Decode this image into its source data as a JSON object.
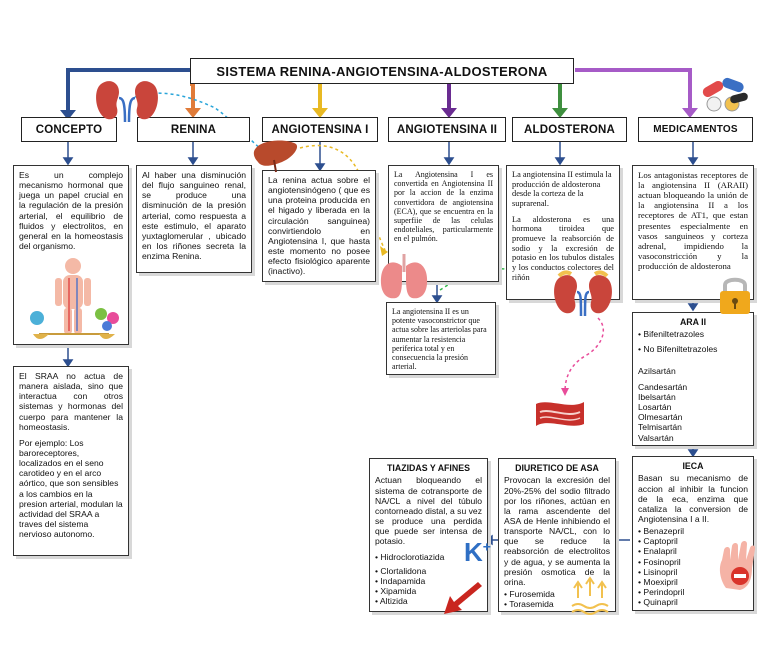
{
  "title": "SISTEMA RENINA-ANGIOTENSINA-ALDOSTERONA",
  "headers": {
    "concepto": "CONCEPTO",
    "renina": "RENINA",
    "angiotensina1": "ANGIOTENSINA I",
    "angiotensina2": "ANGIOTENSINA II",
    "aldosterona": "ALDOSTERONA",
    "medicamentos": "MEDICAMENTOS"
  },
  "concepto": {
    "text": "Es un complejo mecanismo hormonal que juega un papel crucial en la regulación de la presión arterial, el equilibrio de fluidos y electrolitos, en general en la homeostasis del organismo.",
    "sraa": "El SRAA no actua de manera aislada, sino que interactua con otros sistemas y hormonas del cuerpo para mantener la homeostasis.",
    "example": "Por ejemplo: Los baroreceptores, localizados en el seno carotideo y en el arco aórtico, que son sensibles a los cambios en la presion arterial, modulan la actividad del SRAA a traves del sistema nervioso autonomo."
  },
  "renina": {
    "text": "Al haber una disminución del flujo sanguineo renal, se produce una disminución de la presión arterial, como respuesta a este estimulo, el aparato yuxtaglomerular , ubicado en los riñones secreta la enzima Renina."
  },
  "angiotensina1": {
    "text": "La renina actua sobre el angiotensinógeno ( que es una proteina producida en el higado y liberada en la circulación sanguinea) convirtiendolo en Angiotensina I, que hasta este momento no posee efecto fisiológico aparente (inactivo)."
  },
  "angiotensina2": {
    "text": "La Angiotensina I es convertida en Angiotensina II por la accion de la enzima convertidora de angiotensina (ECA), que se encuentra en la superfiie de las celulas endoteliales, particularmente en el pulmón.",
    "effect": "La angiotensina II es un potente vasoconstrictor que actua sobre las arteriolas para aumentar la resistencia periferica total y en consecuencia la presión arterial."
  },
  "aldosterona": {
    "text1": "La angiotensina II estimula la producción de aldosterona desde la corteza de la suprarenal.",
    "text2": "La aldosterona es una hormona tiroidea que promueve la reabsorción de sodio y la excresión de potasio en los tubulos distales y los conductos colectores del riñón"
  },
  "medicamentos": {
    "text": "Los antagonistas receptores de la angiotensina II (ARAII) actuan bloqueando la unión de la angiotensina II a los receptores de AT1, que estan presentes especialmente en vasos sanguineos y corteza adrenal, impidiendo la vasoconstricción y la producción de aldosterona"
  },
  "ara2": {
    "title": "ARA II",
    "classes": [
      "Bifeniltetrazoles",
      "No Bifeniltetrazoles"
    ],
    "drugs": [
      "Azilsartán",
      "Candesartán",
      "Ibelsartán",
      "Losartán",
      "Olmesartán",
      "Telmisartán",
      "Valsartán"
    ]
  },
  "ieca": {
    "title": "IECA",
    "text": "Basan su mecanismo de accion al inhibir la funcion de la eca, enzima que cataliza la conversion de Angiotensina I a II.",
    "drugs": [
      "Benazepril",
      "Captopril",
      "Enalapril",
      "Fosinopril",
      "Lisinopril",
      "Moexipril",
      "Perindopril",
      "Quinapril"
    ]
  },
  "asa": {
    "title": "DIURETICO DE ASA",
    "text": "Provocan la excresión del 20%-25% del sodio filtrado por los riñones, actúan en la rama ascendente del ASA de Henle inhibiendo el transporte NA/CL, con lo que se reduce la reabsorción de electrolitos y de agua, y se aumenta la presión osmotica de la orina.",
    "drugs": [
      "Furosemida",
      "Torasemida"
    ]
  },
  "tiazidas": {
    "title": "TIAZIDAS Y AFINES",
    "text": "Actuan bloqueando el sistema de cotransporte de NA/CL a nivel del túbulo contorneado distal, a su vez se produce una perdida que puede ser intensa de potasio.",
    "drugs": [
      "Hidroclorotiazida",
      "Clortalidona",
      "Indapamida",
      "Xipamida",
      "Altizida"
    ]
  },
  "icons": [
    "kidneys-icon",
    "liver-icon",
    "lungs-icon",
    "pills-icon",
    "padlock-icon",
    "human-body-icon",
    "balance-scale-icon",
    "blood-vessel-icon",
    "potassium-icon",
    "stop-hand-icon",
    "down-arrow-icon",
    "sodium-arrows-icon"
  ],
  "potassium": "K",
  "colors": {
    "blue": "#2d4f8f",
    "orange": "#e07b39",
    "yellow": "#e8b923",
    "purple": "#6a2c91",
    "green": "#3f8f3f",
    "violet": "#a65bc7",
    "pink": "#e84c9a",
    "cyan": "#2aa5d9",
    "lime": "#33b84a"
  }
}
